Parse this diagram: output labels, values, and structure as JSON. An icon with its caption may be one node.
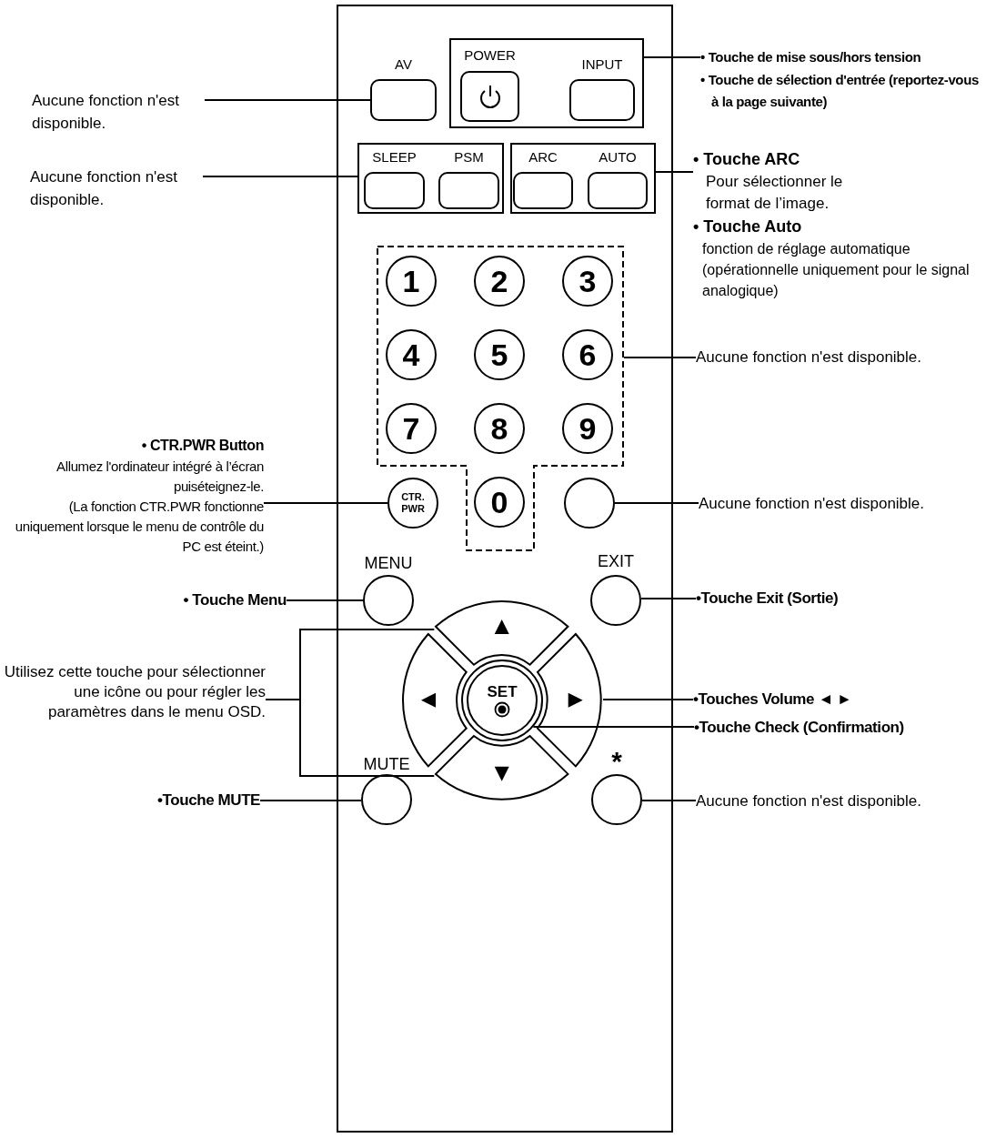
{
  "diagram": {
    "nodes": [
      {
        "text": [],
        "shape": "box"
      },
      {
        "text": [
          "AV"
        ],
        "in": 0
      },
      {
        "text": [],
        "shape": "box",
        "in": 0
      },
      {
        "text": [
          "POWER"
        ],
        "in": 2
      },
      {
        "text": [
          "INPUT"
        ],
        "in": 2
      },
      {
        "text": [],
        "shape": "box",
        "in": 0
      },
      {
        "text": [
          "SLEEP"
        ],
        "in": 5
      },
      {
        "text": [
          "PSM"
        ],
        "in": 5
      },
      {
        "text": [],
        "shape": "box",
        "in": 0
      },
      {
        "text": [
          "ARC"
        ],
        "in": 8
      },
      {
        "text": [
          "AUTO"
        ],
        "in": 8
      },
      {
        "text": [],
        "shape": "box",
        "in": 0
      },
      {
        "text": [
          "1"
        ],
        "in": 11
      },
      {
        "text": [
          "2"
        ],
        "in": 11
      },
      {
        "text": [
          "3"
        ],
        "in": 11
      },
      {
        "text": [
          "4"
        ],
        "in": 11
      },
      {
        "text": [
          "5"
        ],
        "in": 11
      },
      {
        "text": [
          "6"
        ],
        "in": 11
      },
      {
        "text": [
          "7"
        ],
        "in": 11
      },
      {
        "text": [
          "8"
        ],
        "in": 11
      },
      {
        "text": [
          "9"
        ],
        "in": 11
      },
      {
        "text": [
          "0"
        ],
        "in": 11
      },
      {
        "text": [
          "CTR. PWR"
        ],
        "in": 0
      },
      {
        "text": [],
        "shape": "circle",
        "in": 0
      },
      {
        "text": [
          "MENU"
        ],
        "in": 0
      },
      {
        "text": [
          "EXIT"
        ],
        "in": 0
      },
      {
        "text": [],
        "shape": "sector",
        "in": 0
      },
      {
        "text": [],
        "shape": "sector",
        "in": 0
      },
      {
        "text": [],
        "shape": "sector",
        "in": 0
      },
      {
        "text": [],
        "shape": "sector",
        "in": 0
      },
      {
        "text": [
          "SET"
        ],
        "in": 0
      },
      {
        "text": [
          "MUTE"
        ],
        "in": 0
      },
      {
        "text": [
          "*"
        ],
        "in": 0
      },
      {
        "text": [
          "Aucune fonction n'est disponible."
        ]
      },
      {
        "text": [
          "• Touche de mise sous/hors tension",
          "• Touche de sélection d'entrée (reportez-vous à la page suivante)"
        ]
      },
      {
        "text": [
          "Aucune fonction n'est disponible."
        ]
      },
      {
        "text": [
          "• Touche ARC",
          "Pour sélectionner le format de l’image.",
          "• Touche Auto",
          "fonction de réglage automatique (opérationnelle uniquement pour le signal analogique)"
        ]
      },
      {
        "text": [
          "Aucune fonction n'est disponible."
        ]
      },
      {
        "text": [
          "• CTR.PWR Button",
          "Allumez l'ordinateur intégré à l’écran puiséteignez-le.",
          "(La fonction CTR.PWR fonctionne uniquement lorsque le menu de contrôle du PC est éteint.)"
        ]
      },
      {
        "text": [
          "Aucune fonction n'est disponible."
        ]
      },
      {
        "text": [
          "• Touche Menu"
        ]
      },
      {
        "text": [
          "•Touche Exit (Sortie)"
        ]
      },
      {
        "text": [
          "Utilisez cette touche pour sélectionner une icône ou pour régler les paramètres dans le menu OSD."
        ]
      },
      {
        "text": [
          "•Touches Volume ◄ ►"
        ]
      },
      {
        "text": [
          "•Touche Check (Confirmation)"
        ]
      },
      {
        "text": [
          "•Touche MUTE"
        ]
      },
      {
        "text": [
          "Aucune fonction n'est disponible."
        ]
      }
    ],
    "edges": [
      {
        "from": 33,
        "to": 1,
        "arrow": "none"
      },
      {
        "from": 34,
        "to": 2,
        "arrow": "none"
      },
      {
        "from": 35,
        "to": 5,
        "arrow": "none"
      },
      {
        "from": 36,
        "to": 8,
        "arrow": "none"
      },
      {
        "from": 37,
        "to": 11,
        "arrow": "none"
      },
      {
        "from": 38,
        "to": 22,
        "arrow": "none"
      },
      {
        "from": 39,
        "to": 23,
        "arrow": "none"
      },
      {
        "from": 40,
        "to": 24,
        "arrow": "none"
      },
      {
        "from": 41,
        "to": 25,
        "arrow": "none"
      },
      {
        "from": 42,
        "to": 26,
        "arrow": "none"
      },
      {
        "from": 42,
        "to": 29,
        "arrow": "none"
      },
      {
        "from": 43,
        "to": 28,
        "arrow": "none"
      },
      {
        "from": 44,
        "to": 30,
        "arrow": "none"
      },
      {
        "from": 45,
        "to": 31,
        "arrow": "none"
      },
      {
        "from": 46,
        "to": 32,
        "arrow": "none"
      }
    ]
  }
}
